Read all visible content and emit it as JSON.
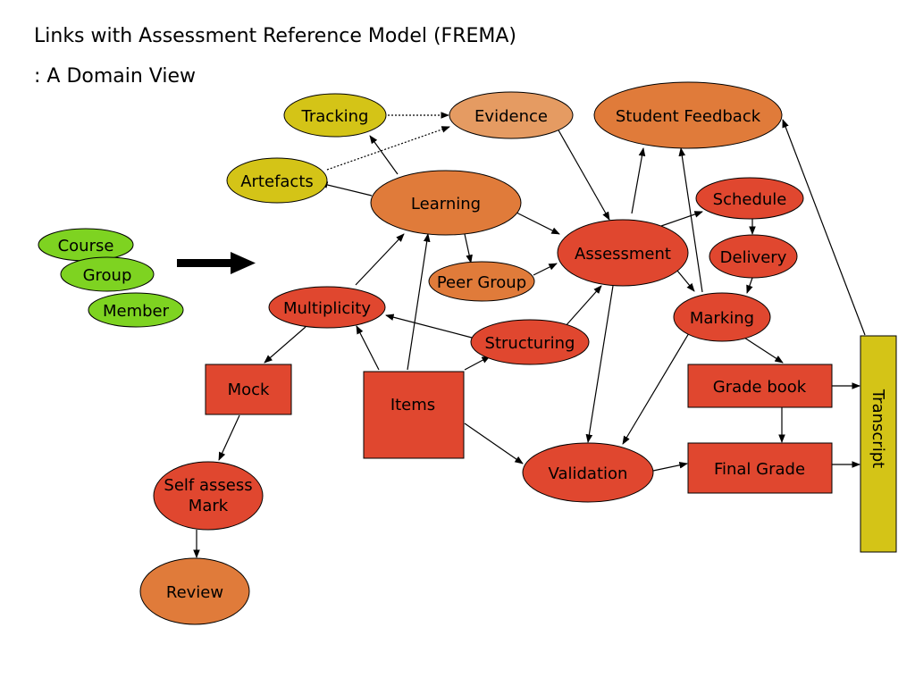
{
  "slide": {
    "title_line1": "Links with Assessment Reference Model (FREMA)",
    "title_line2": ": A Domain View"
  },
  "colors": {
    "green": "#7ed321",
    "yellow": "#d4c417",
    "orange": "#e07b3a",
    "light_orange": "#e59b62",
    "red": "#e0472f",
    "edge": "#000000"
  },
  "nodes": {
    "tracking": "Tracking",
    "evidence": "Evidence",
    "student_feedback": "Student Feedback",
    "artefacts": "Artefacts",
    "learning": "Learning",
    "schedule": "Schedule",
    "course": "Course",
    "group": "Group",
    "member": "Member",
    "assessment": "Assessment",
    "delivery": "Delivery",
    "peer_group": "Peer Group",
    "multiplicity": "Multiplicity",
    "marking": "Marking",
    "structuring": "Structuring",
    "mock": "Mock",
    "items": "Items",
    "grade_book": "Grade book",
    "transcript": "Transcript",
    "self_assess_line1": "Self assess",
    "self_assess_line2": "Mark",
    "validation": "Validation",
    "final_grade": "Final Grade",
    "review": "Review"
  }
}
